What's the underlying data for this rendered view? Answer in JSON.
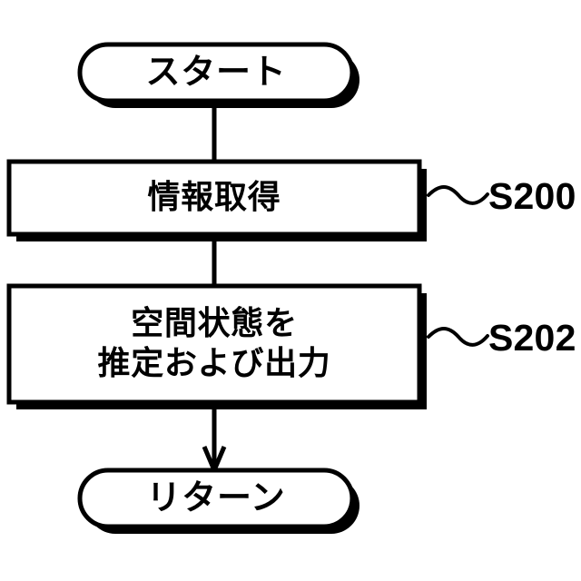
{
  "diagram": {
    "title": "flowchart",
    "background_color": "#ffffff",
    "stroke_color": "#000000",
    "shadow_color": "#000000",
    "fill_color": "#ffffff",
    "nodes": [
      {
        "id": "start",
        "type": "terminal",
        "label": "スタート",
        "lines": [
          "スタート"
        ]
      },
      {
        "id": "s200",
        "type": "process",
        "label": "情報取得",
        "lines": [
          "情報取得"
        ],
        "step": "S200"
      },
      {
        "id": "s202",
        "type": "process",
        "label": "空間状態を推定および出力",
        "lines": [
          "空間状態を",
          "推定および出力"
        ],
        "step": "S202"
      },
      {
        "id": "return",
        "type": "terminal",
        "label": "リターン",
        "lines": [
          "リターン"
        ]
      }
    ],
    "connectors": [
      {
        "from": "start",
        "to": "s200",
        "arrowhead": false
      },
      {
        "from": "s200",
        "to": "s202",
        "arrowhead": false
      },
      {
        "from": "s202",
        "to": "return",
        "arrowhead": true
      }
    ],
    "step_labels": [
      {
        "text": "S200",
        "for": "s200"
      },
      {
        "text": "S202",
        "for": "s202"
      }
    ]
  }
}
